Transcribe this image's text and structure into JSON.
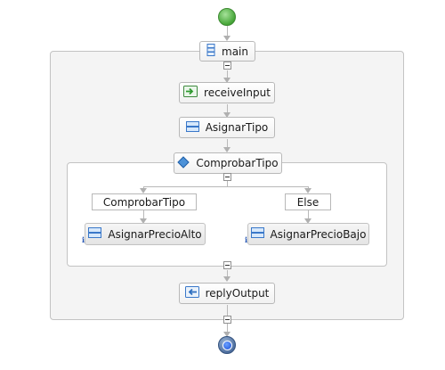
{
  "process": {
    "main_label": "main",
    "receive_label": "receiveInput",
    "assign_type_label": "AsignarTipo",
    "choice_label": "ComprobarTipo",
    "case_label": "ComprobarTipo",
    "else_label": "Else",
    "assign_high_label": "AsignarPrecioAlto",
    "assign_low_label": "AsignarPrecioBajo",
    "reply_label": "replyOutput",
    "info_marker": "i"
  },
  "icons": {
    "sequence": "sequence-icon",
    "receive": "receive-icon",
    "assign": "assign-icon",
    "choice": "diamond-icon",
    "reply": "reply-icon"
  },
  "colors": {
    "start_fill": "#4caf3f",
    "end_fill": "#4e6fa0",
    "assign_icon": "#3a78c9",
    "receive_icon": "#2f9a2f",
    "choice_icon": "#2f7fd0",
    "connector": "#b9b9b9"
  }
}
